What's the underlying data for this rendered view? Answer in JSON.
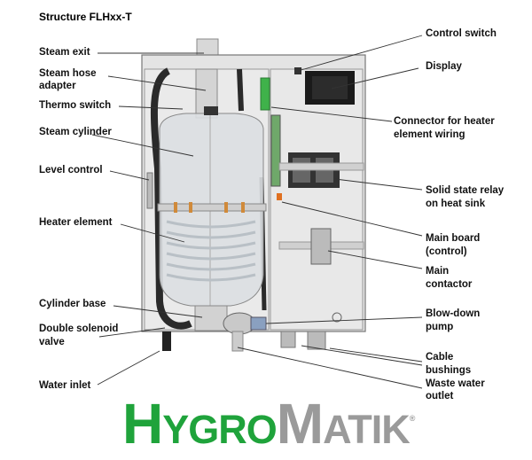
{
  "title": "Structure FLHxx-T",
  "labels_left": {
    "steam_exit": "Steam exit",
    "steam_hose_adapter_1": "Steam hose",
    "steam_hose_adapter_2": "adapter",
    "thermo_switch": "Thermo switch",
    "steam_cylinder": "Steam cylinder",
    "level_control": "Level control",
    "heater_element": "Heater element",
    "cylinder_base": "Cylinder base",
    "double_solenoid_valve_1": "Double solenoid",
    "double_solenoid_valve_2": "valve",
    "water_inlet": "Water inlet"
  },
  "labels_right": {
    "control_switch": "Control switch",
    "display": "Display",
    "connector_1": "Connector for heater",
    "connector_2": "element wiring",
    "ssr_1": "Solid state relay",
    "ssr_2": "on heat sink",
    "main_board_1": "Main board",
    "main_board_2": "(control)",
    "main_contactor_1": "Main",
    "main_contactor_2": "contactor",
    "blow_down_pump_1": "Blow-down",
    "blow_down_pump_2": "pump",
    "cable_bushings_1": "Cable",
    "cable_bushings_2": "bushings",
    "waste_water_outlet_1": "Waste water",
    "waste_water_outlet_2": "outlet"
  },
  "logo": {
    "part1_big": "H",
    "part1_small": "YGRO",
    "part2_big": "M",
    "part2_small": "ATIK",
    "registered": "®"
  },
  "colors": {
    "logo_green": "#1fa33b",
    "logo_gray": "#9a9a9a"
  }
}
